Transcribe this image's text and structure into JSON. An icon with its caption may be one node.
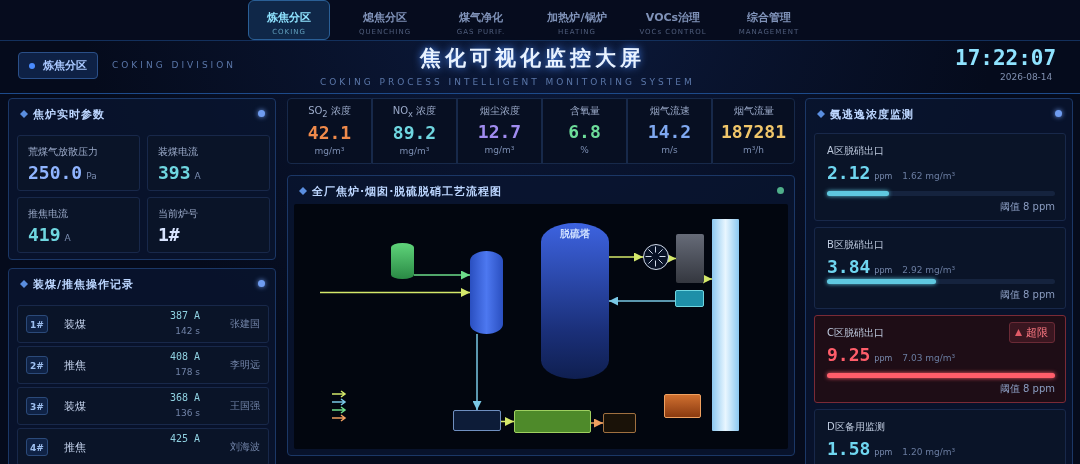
{
  "diagram": {
    "title": "焦化可视化监控大屏",
    "nodes": [
      {
        "text": [
          "焦炉实时参数"
        ]
      },
      {
        "text": [
          "荒煤气放散压力",
          "250.0",
          "Pa"
        ],
        "in": 0
      },
      {
        "text": [
          "装煤电流",
          "393",
          "A"
        ],
        "in": 0
      },
      {
        "text": [
          "推焦电流",
          "419",
          "A"
        ],
        "in": 0
      },
      {
        "text": [
          "当前炉号",
          "1#"
        ],
        "in": 0
      },
      {
        "text": [
          "装煤/推焦操作记录"
        ]
      },
      {
        "text": [
          "1#",
          "装煤",
          "387 A",
          "142 s",
          "张建国"
        ],
        "in": 5
      },
      {
        "text": [
          "2#",
          "推焦",
          "408 A",
          "178 s",
          "李明远"
        ],
        "in": 5
      },
      {
        "text": [
          "3#",
          "装煤",
          "368 A",
          "136 s",
          "王国强"
        ],
        "in": 5
      },
      {
        "text": [
          "4#",
          "推焦",
          "425 A",
          "刘海波"
        ],
        "in": 5
      },
      {
        "text": [
          "SO$_{2}$ 浓度",
          "42.1",
          "mg/m³"
        ]
      },
      {
        "text": [
          "NO$_{x}$ 浓度",
          "89.2",
          "mg/m³"
        ]
      },
      {
        "text": [
          "烟尘浓度",
          "12.7",
          "mg/m³"
        ]
      },
      {
        "text": [
          "含氧量",
          "6.8",
          "%"
        ]
      },
      {
        "text": [
          "烟气流速",
          "14.2",
          "m/s"
        ]
      },
      {
        "text": [
          "烟气流量",
          "187281",
          "m³/h"
        ]
      },
      {
        "text": [
          "全厂焦炉·烟囱·脱硫脱硝工艺流程图"
        ]
      },
      {
        "text": [],
        "shape": "cylinder",
        "in": 16
      },
      {
        "text": [],
        "shape": "cylinder",
        "in": 16
      },
      {
        "text": [
          "脱硫塔"
        ],
        "in": 16
      },
      {
        "text": [],
        "shape": "circle",
        "in": 16
      },
      {
        "text": [],
        "shape": "box",
        "in": 16
      },
      {
        "text": [],
        "shape": "box",
        "in": 16
      },
      {
        "text": [],
        "shape": "bar",
        "in": 16
      },
      {
        "text": [],
        "shape": "box",
        "in": 16
      },
      {
        "text": [],
        "shape": "box",
        "in": 16
      },
      {
        "text": [],
        "shape": "box",
        "in": 16
      },
      {
        "text": [],
        "shape": "box",
        "in": 16
      },
      {
        "text": [
          "氨逃逸浓度监测"
        ]
      },
      {
        "text": [
          "A区脱硝出口",
          "2.12",
          "ppm",
          "1.62 mg/m³",
          "阈值 8 ppm"
        ],
        "in": 28
      },
      {
        "text": [
          "B区脱硝出口",
          "3.84",
          "ppm",
          "2.92 mg/m³",
          "阈值 8 ppm"
        ],
        "in": 28
      },
      {
        "text": [
          "C区脱硝出口",
          "超限",
          "9.25",
          "ppm",
          "7.03 mg/m³",
          "阈值 8 ppm"
        ],
        "in": 28
      },
      {
        "text": [
          "D区备用监测",
          "1.58",
          "ppm",
          "1.20 mg/m³"
        ],
        "in": 28
      }
    ],
    "edges": [
      {
        "from": null,
        "to": 18,
        "arrow": "to",
        "color": "#d4e86a"
      },
      {
        "from": 17,
        "to": 18,
        "arrow": "to",
        "color": "#6ddc8a"
      },
      {
        "from": 19,
        "to": 20,
        "arrow": "to",
        "color": "#d4e86a"
      },
      {
        "from": 20,
        "to": 21,
        "arrow": "to",
        "color": "#d4e86a"
      },
      {
        "from": 21,
        "to": 23,
        "arrow": "to",
        "color": "#d4e86a"
      },
      {
        "from": 22,
        "to": 19,
        "arrow": "to",
        "color": "#7ac8e6"
      },
      {
        "from": 18,
        "to": 24,
        "arrow": "to",
        "color": "#7ac8e6"
      },
      {
        "from": 24,
        "to": 25,
        "arrow": "to",
        "color": "#d4e86a"
      },
      {
        "from": 25,
        "to": 26,
        "arrow": "to",
        "color": "#f0a060"
      }
    ],
    "labels": [
      "炼焦分区",
      "COKING",
      "熄焦分区",
      "QUENCHING",
      "煤气净化",
      "GAS PURIF.",
      "加热炉/锅炉",
      "HEATING",
      "VOCs治理",
      "VOCs CONTROL",
      "综合管理",
      "MANAGEMENT",
      "炼焦分区",
      "COKING DIVISION",
      "COKING PROCESS INTELLIGENT MONITORING SYSTEM",
      "17:22:07",
      "2026-08-14"
    ]
  }
}
